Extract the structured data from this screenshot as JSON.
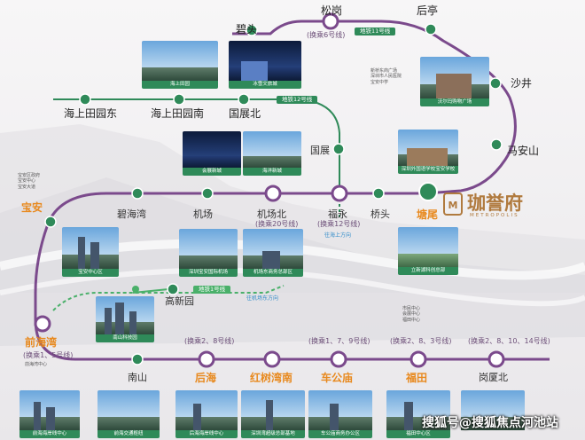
{
  "labels": {
    "bitou": "碧头",
    "songgang": "松岗",
    "houting": "后亭",
    "line6": "(换乘6号线)",
    "line11_tag": "地铁11号线",
    "haishang_tianyuan_dong": "海上田园东",
    "haishang_tianyuan_nan": "海上田园南",
    "guozhan_bei": "国展北",
    "line12_tag": "地铁12号线",
    "shajing": "沙井",
    "ma_anshan": "马安山",
    "guozhan": "国展",
    "baoan": "宝安",
    "bihaiwan": "碧海湾",
    "jichang": "机场",
    "jichang_bei": "机场北",
    "line20": "(换乘20号线)",
    "fuyong": "福永",
    "line12": "(换乘12号线)",
    "qiaotou": "桥头",
    "tangwei": "塘尾",
    "fuyong_note": "往海上方向",
    "line1_tag": "地铁1号线",
    "line1_note": "往机场东方向",
    "gaoxinyuan": "高新园",
    "qianhaiwan": "前海湾",
    "line15": "(换乘1、5号线)",
    "line2_8": "(换乘2、8号线)",
    "line1_7_9": "(换乘1、7、9号线)",
    "line2_8_3": "(换乘2、8、3号线)",
    "line2_8_10_14": "(换乘2、8、10、14号线)",
    "nanshan": "南山",
    "houhai": "后海",
    "hongshuwan_nan": "红树湾南",
    "chegongmiao": "车公庙",
    "futian": "福田",
    "gangxia_bei": "岗厦北",
    "baoan_notes": "宝安区政府\n宝安中心\n宝安大道",
    "qianhai_note": "前海湾中心",
    "shajing_notes": "新桥东商广场\n深圳市人民医院\n宝安中学",
    "futian_notes": "市民中心\n会展中心\n福田中心",
    "fuyong_future": "往海上方向"
  },
  "photos": {
    "p1": "海上田园",
    "p2": "冰雪文旅城",
    "p3": "沃尔玛购物广场",
    "p4": "会展新城",
    "p5": "海洋新城",
    "p6": "深圳外国语学校宝安学校",
    "p7": "宝安中心区",
    "p8": "深圳宝安国际机场",
    "p9": "机场东商务总部区",
    "p10": "立新湖科创总部",
    "p11": "南山科技园",
    "p12": "前海海岸线中心",
    "p13": "前海交通枢纽",
    "p14": "后海海岸线中心",
    "p15": "深圳湾超级总部基地",
    "p16": "车公庙商务办公区",
    "p17": "福田中心区"
  },
  "brand": {
    "logo": "M",
    "name": "珈誉府",
    "sub": "METROPOLIS"
  },
  "watermark": {
    "text": "搜狐号@搜狐焦点河池站"
  },
  "colors": {
    "line11": "#7b4a8c",
    "line12": "#2f8a59",
    "line1": "#4ab06a",
    "accent": "#e8891e",
    "brand": "#b07a3e"
  }
}
